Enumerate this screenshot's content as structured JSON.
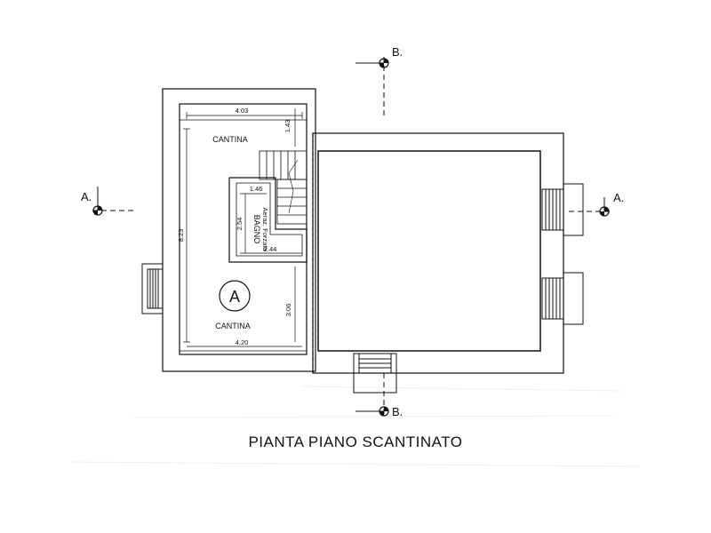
{
  "plan": {
    "title": "PIANTA PIANO SCANTINATO",
    "room_cantina_top": "CANTINA",
    "room_cantina_bottom": "CANTINA",
    "room_bagno": "BAGNO",
    "bagno_note": "Aeraz. Forzata",
    "room_marker": "A",
    "dimensions": {
      "top_width": "4.03",
      "top_depth": "1.43",
      "left_length": "8.23",
      "bagno_width_top": "1.46",
      "bagno_height": "2.54",
      "bagno_width_bottom": "2.44",
      "right_lower": "3.06",
      "bottom_width": "4.20"
    },
    "section_a_left": "A.",
    "section_a_right": "A.",
    "section_b_top": "B.",
    "section_b_bottom": "B."
  }
}
